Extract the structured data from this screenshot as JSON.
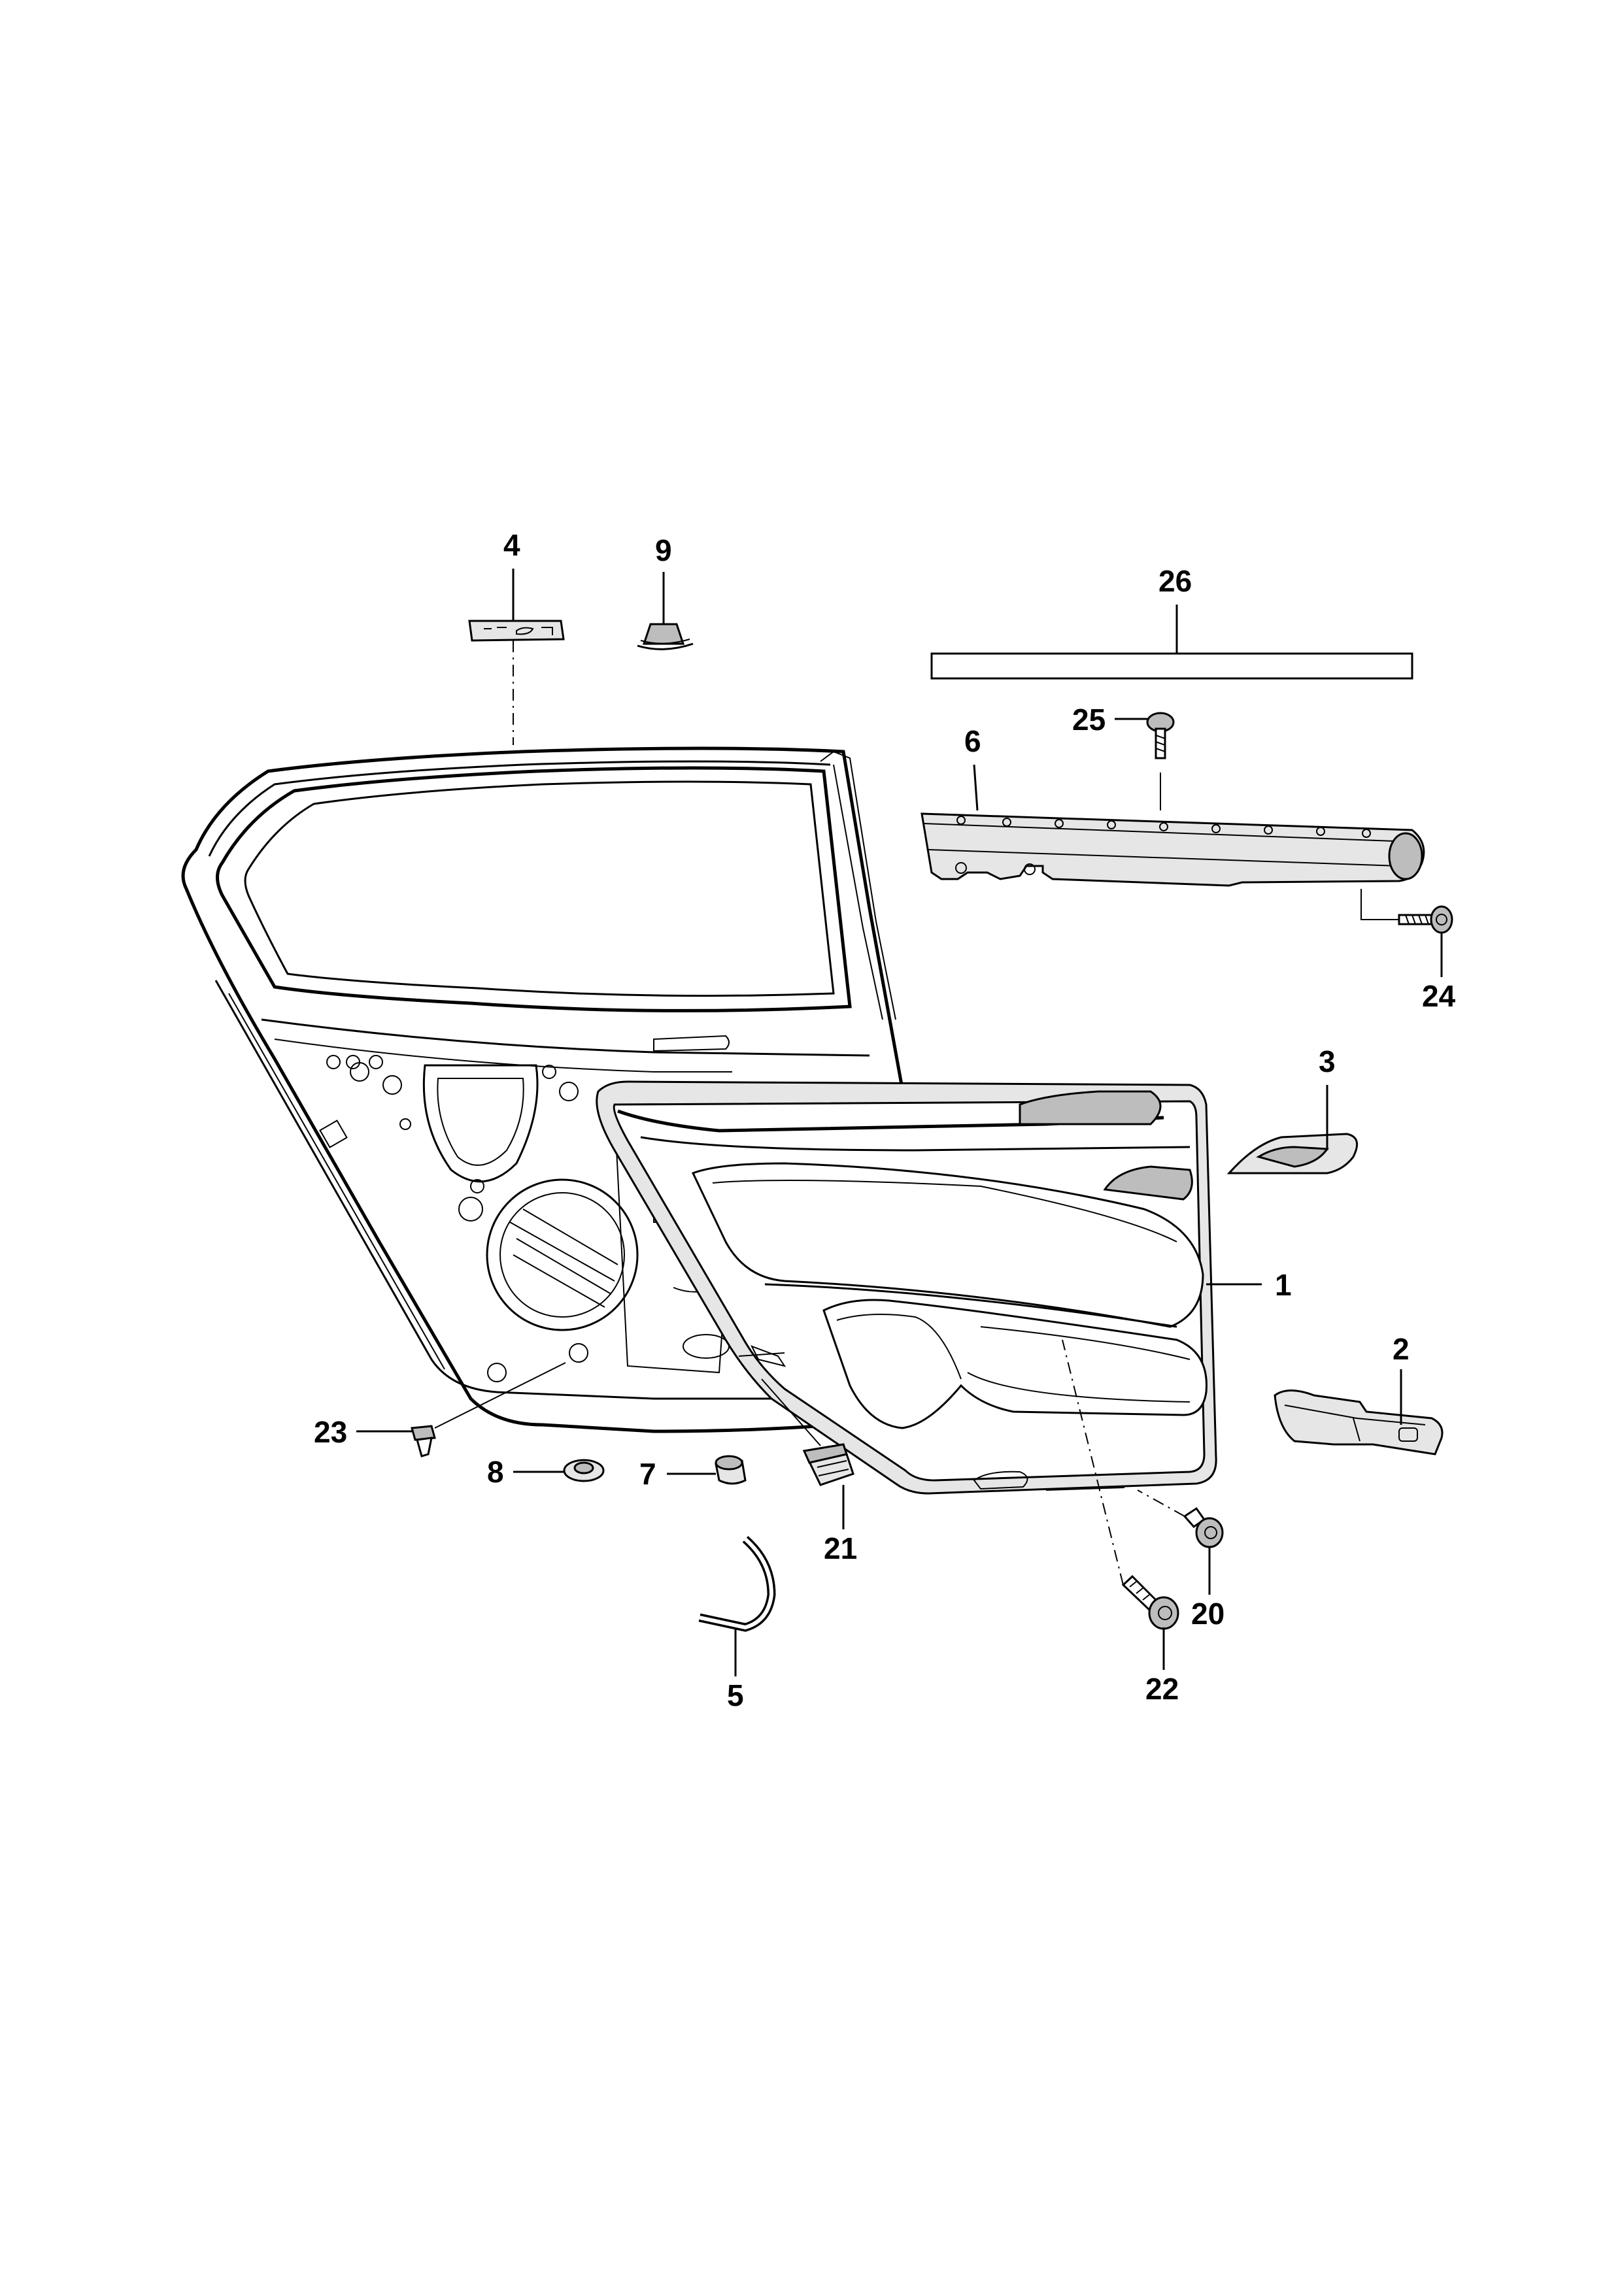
{
  "callouts": {
    "c1": "1",
    "c2": "2",
    "c3": "3",
    "c4": "4",
    "c5": "5",
    "c6": "6",
    "c7": "7",
    "c8": "8",
    "c9": "9",
    "c20": "20",
    "c21": "21",
    "c22": "22",
    "c23": "23",
    "c24": "24",
    "c25": "25",
    "c26": "26"
  },
  "colors": {
    "line": "#000000",
    "background": "#ffffff",
    "fill_light": "#e6e6e6",
    "fill_dark": "#bdbdbd"
  }
}
